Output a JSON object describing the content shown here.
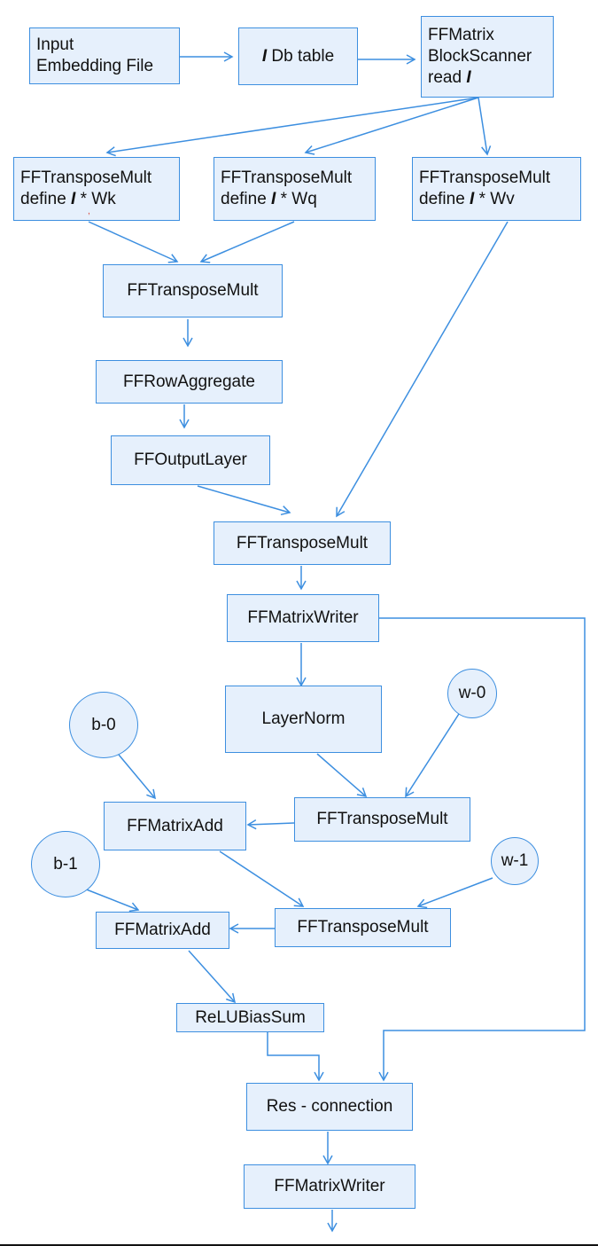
{
  "colors": {
    "box_fill": "#e6f0fc",
    "box_border": "#3d8fe0",
    "arrow": "#3d8fe0",
    "text": "#111111"
  },
  "nodes": {
    "input_file": {
      "line1": "Input",
      "line2": "Embedding File"
    },
    "db_table": {
      "var": "I",
      "text": " Db table"
    },
    "block_scanner": {
      "line1": "FFMatrix",
      "line2": "BlockScanner",
      "line3_prefix": "read ",
      "var": "I"
    },
    "mult_wk": {
      "line1": "FFTransposeMult",
      "line2_prefix": "define ",
      "var": "I",
      "line2_suffix": " * Wk"
    },
    "mult_wq": {
      "line1": "FFTransposeMult",
      "line2_prefix": "define ",
      "var": "I",
      "line2_suffix": " * Wq"
    },
    "mult_wv": {
      "line1": "FFTransposeMult",
      "line2_prefix": "define ",
      "var": "I",
      "line2_suffix": " * Wv"
    },
    "transpose_mult_1": "FFTransposeMult",
    "row_aggregate": "FFRowAggregate",
    "output_layer": "FFOutputLayer",
    "transpose_mult_2": "FFTransposeMult",
    "matrix_writer_1": "FFMatrixWriter",
    "layer_norm": "LayerNorm",
    "b0": "b-0",
    "w0": "w-0",
    "transpose_mult_3": "FFTransposeMult",
    "matrix_add_1": "FFMatrixAdd",
    "b1": "b-1",
    "w1": "w-1",
    "transpose_mult_4": "FFTransposeMult",
    "matrix_add_2": "FFMatrixAdd",
    "relu_bias_sum": "ReLUBiasSum",
    "res_connection": "Res - connection",
    "matrix_writer_2": "FFMatrixWriter"
  }
}
